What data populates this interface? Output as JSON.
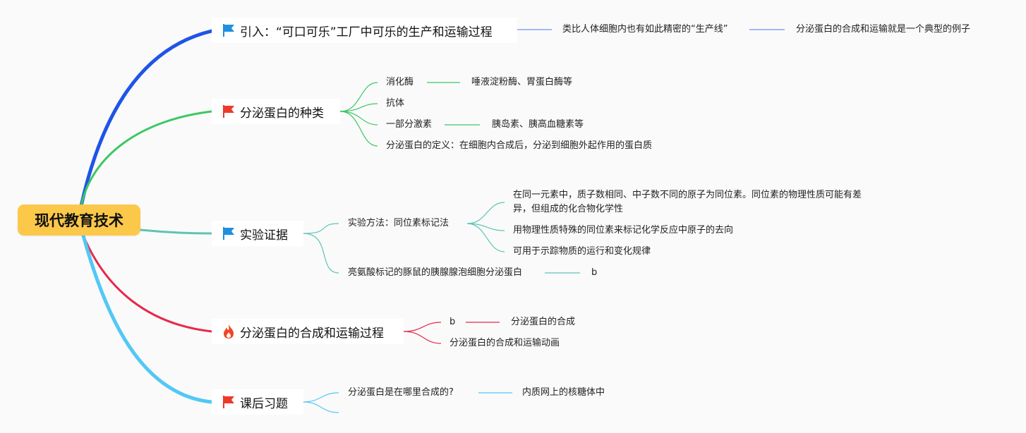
{
  "root": {
    "label": "现代教育技术"
  },
  "colors": {
    "root_fill": "#fcc84a",
    "branch_intro": "#1f54e8",
    "branch_types": "#3cc864",
    "branch_evidence": "#5ec4b4",
    "branch_process": "#e8284a",
    "branch_homework": "#52c8f5",
    "flag_blue": "#1f8fe0",
    "flag_red": "#ee3a2a",
    "fire": "#f0442a"
  },
  "branches": {
    "intro": {
      "icon": "blue-flag-icon",
      "label": "引入：“可口可乐”工厂中可乐的生产和运输过程",
      "children": [
        "类比人体细胞内也有如此精密的“生产线”",
        "分泌蛋白的合成和运输就是一个典型的例子"
      ]
    },
    "types": {
      "icon": "red-flag-icon",
      "label": "分泌蛋白的种类",
      "children": [
        "消化酶",
        "唾液淀粉酶、胃蛋白酶等",
        "抗体",
        "一部分激素",
        "胰岛素、胰高血糖素等",
        "分泌蛋白的定义：在细胞内合成后，分泌到细胞外起作用的蛋白质"
      ]
    },
    "evidence": {
      "icon": "blue-flag-icon",
      "label": "实验证据",
      "children": [
        "实验方法：同位素标记法",
        "在同一元素中，质子数相同、中子数不同的原子为同位素。同位素的物理性质可能有差异，但组成的化合物化学性",
        "用物理性质特殊的同位素来标记化学反应中原子的去向",
        "可用于示踪物质的运行和变化规律",
        "亮氨酸标记的豚鼠的胰腺腺泡细胞分泌蛋白",
        "b"
      ]
    },
    "process": {
      "icon": "fire-icon",
      "label": "分泌蛋白的合成和运输过程",
      "children": [
        "b",
        "分泌蛋白的合成",
        "分泌蛋白的合成和运输动画"
      ]
    },
    "homework": {
      "icon": "red-flag-icon",
      "label": "课后习题",
      "children": [
        "分泌蛋白是在哪里合成的?",
        "内质网上的核糖体中"
      ]
    }
  }
}
